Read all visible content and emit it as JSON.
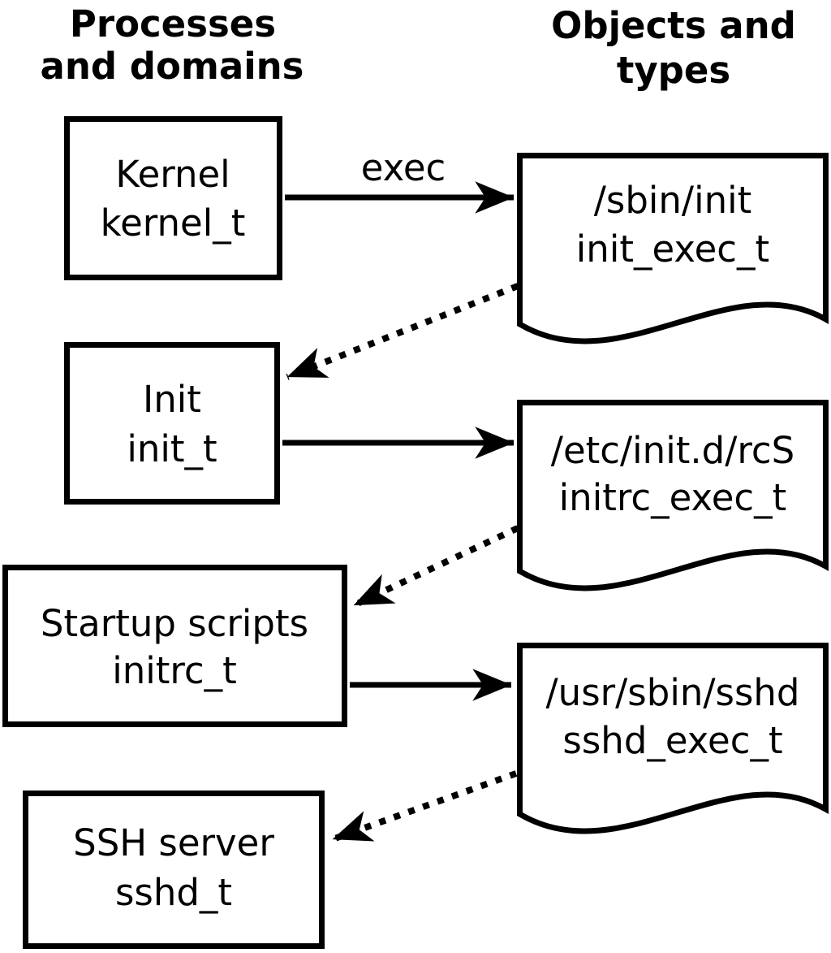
{
  "diagram": {
    "headers": {
      "left": {
        "line1": "Processes",
        "line2": "and domains"
      },
      "right": {
        "line1": "Objects and",
        "line2": "types"
      }
    },
    "processes": [
      {
        "name": "Kernel",
        "type": "kernel_t"
      },
      {
        "name": "Init",
        "type": "init_t"
      },
      {
        "name": "Startup scripts",
        "type": "initrc_t"
      },
      {
        "name": "SSH server",
        "type": "sshd_t"
      }
    ],
    "objects": [
      {
        "path": "/sbin/init",
        "type": "init_exec_t"
      },
      {
        "path": "/etc/init.d/rcS",
        "type": "initrc_exec_t"
      },
      {
        "path": "/usr/sbin/sshd",
        "type": "sshd_exec_t"
      }
    ],
    "arrow_label": "exec",
    "colors": {
      "line": "#000000",
      "shape_fill": "#ffffff",
      "background": "#ffffff"
    }
  }
}
